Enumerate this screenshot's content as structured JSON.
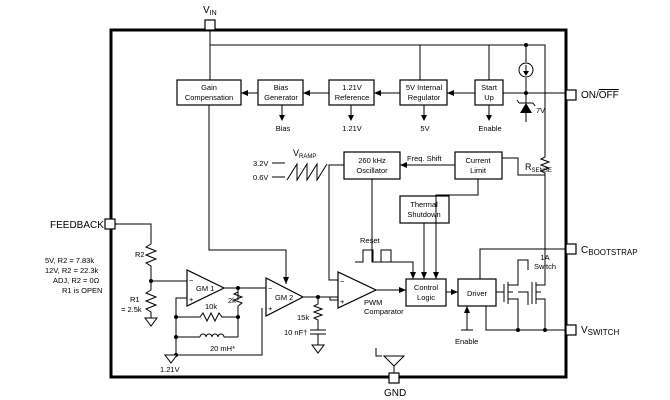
{
  "pins": {
    "vin": {
      "main": "V",
      "sub": "IN"
    },
    "on_off": {
      "a": "ON/",
      "b": "OFF"
    },
    "feedback": "FEEDBACK",
    "bootstrap": {
      "main": "C",
      "sub": "BOOTSTRAP"
    },
    "vswitch": {
      "main": "V",
      "sub": "SWITCH"
    },
    "gnd": "GND"
  },
  "blocks": {
    "gain_comp": [
      "Gain",
      "Compensation"
    ],
    "bias_gen": [
      "Bias",
      "Generator"
    ],
    "ref": [
      "1.21V",
      "Reference"
    ],
    "regulator": [
      "5V Internal",
      "Regulator"
    ],
    "startup": [
      "Start",
      "Up"
    ],
    "oscillator": [
      "260 kHz",
      "Oscillator"
    ],
    "current_limit": [
      "Current",
      "Limit"
    ],
    "thermal": [
      "Thermal",
      "Shutdown"
    ],
    "control": [
      "Control",
      "Logic"
    ],
    "driver": "Driver",
    "gm1": "GM 1",
    "gm2": "GM 2"
  },
  "labels": {
    "bias_out": "Bias",
    "ref_out": "1.21V",
    "reg_out": "5V",
    "enable_top": "Enable",
    "zener": "7V",
    "rsense_main": "R",
    "rsense_sub": "SENSE",
    "freq_shift": "Freq. Shift",
    "vramp_main": "V",
    "vramp_sub": "RAMP",
    "ramp_hi": "3.2V",
    "ramp_lo": "0.6V",
    "reset": "Reset",
    "pwm": [
      "PWM",
      "Comparator"
    ],
    "switch": [
      "1A",
      "Switch"
    ],
    "enable_bottom": "Enable",
    "r2": "R2",
    "r1": [
      "R1",
      "= 2.5k"
    ],
    "feedback_notes": [
      "5V, R2 = 7.83k",
      "12V, R2 = 22.3k",
      "ADJ, R2 = 0Ω",
      "R1 is OPEN"
    ],
    "r_10k": "10k",
    "r_2k": "2k",
    "l_20mh": "20 mH*",
    "r_15k": "15k",
    "c_10nf": "10 nF†",
    "v_121_bottom": "1.21V"
  },
  "icons": [
    "current-source-icon",
    "zener-diode-icon",
    "ground-icon",
    "ramp-waveform-icon",
    "pulse-waveform-icon",
    "mosfet-icon"
  ]
}
